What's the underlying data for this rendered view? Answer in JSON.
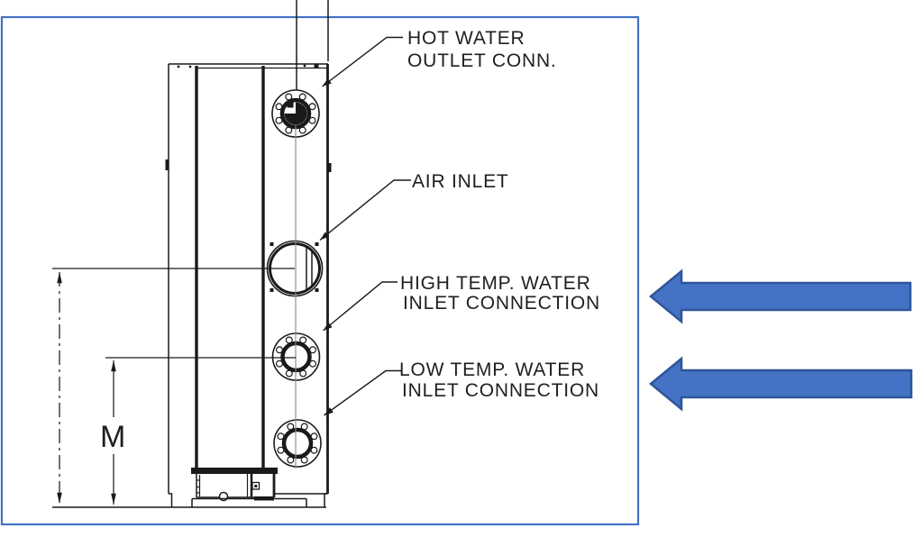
{
  "callouts": {
    "hot_water_outlet": {
      "line1": "HOT WATER",
      "line2": "OUTLET CONN."
    },
    "air_inlet": {
      "line1": "AIR INLET"
    },
    "high_temp_inlet": {
      "line1": "HIGH TEMP. WATER",
      "line2": "INLET CONNECTION"
    },
    "low_temp_inlet": {
      "line1": "LOW TEMP. WATER",
      "line2": "INLET CONNECTION"
    }
  },
  "dimensions": {
    "m_label": "M"
  },
  "icons": {
    "flow_arrow_high_temp": "left-arrow-icon",
    "flow_arrow_low_temp": "left-arrow-icon"
  },
  "colors": {
    "frame_border": "#4472C4",
    "arrow_fill": "#4472C4",
    "arrow_outline": "#2F5597",
    "drawing_line": "#1A1A1A",
    "centerline": "#8A8A8A",
    "background": "#FFFFFF"
  }
}
